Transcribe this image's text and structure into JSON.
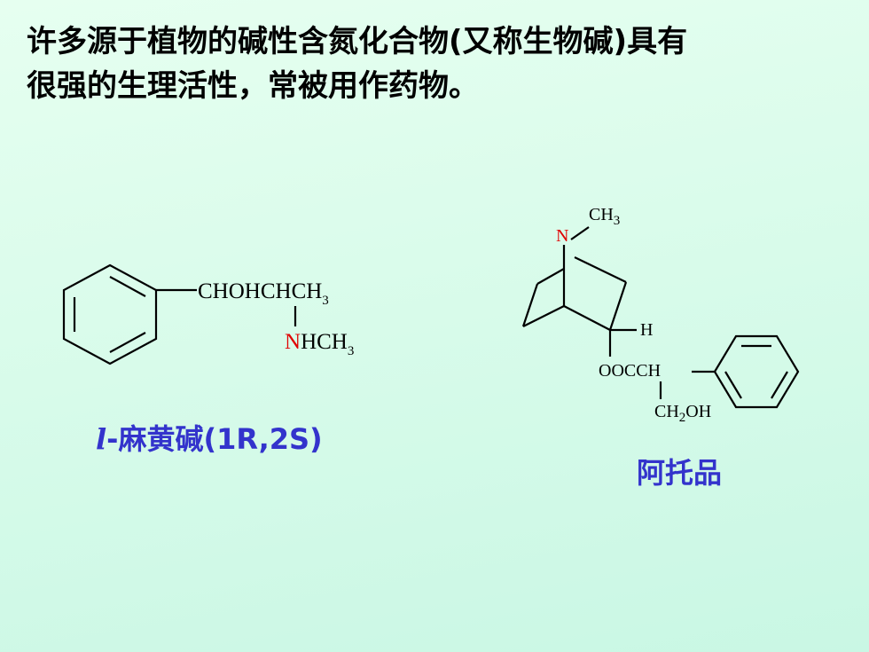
{
  "intro": {
    "line1": "许多源于植物的碱性含氮化合物(又称生物碱)具有",
    "line2": "很强的生理活性，常被用作药物。"
  },
  "ephedrine": {
    "chain_main": "CHOHCHCH",
    "chain_main_sub": "3",
    "n_atom": "N",
    "n_group": "HCH",
    "n_group_sub": "3",
    "caption_italic": "l",
    "caption_rest": "-麻黄碱(1R,2S)"
  },
  "atropine": {
    "n_atom": "N",
    "methyl": "CH",
    "methyl_sub": "3",
    "h_atom": "H",
    "ester": "OOCCH",
    "ch2": "CH",
    "ch2_sub": "2",
    "oh": "OH",
    "caption": "阿托品"
  },
  "colors": {
    "background": "#d6fbe9",
    "caption": "#3333cc",
    "nitrogen": "#e00000"
  }
}
